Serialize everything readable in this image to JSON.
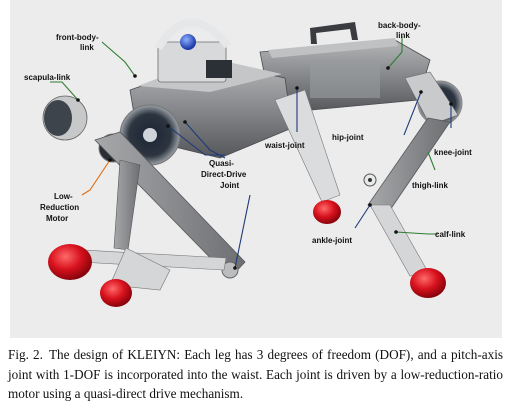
{
  "figure": {
    "labels": {
      "front_body_link_1": "front-body-",
      "front_body_link_2": "link",
      "back_body_link_1": "back-body-",
      "back_body_link_2": "link",
      "scapula_link": "scapula-link",
      "waist_joint": "waist-joint",
      "hip_joint": "hip-joint",
      "knee_joint": "knee-joint",
      "thigh_link": "thigh-link",
      "quasi_1": "Quasi-",
      "quasi_2": "Direct-Drive",
      "quasi_3": "Joint",
      "low_red_1": "Low-",
      "low_red_2": "Reduction",
      "low_red_3": "Motor",
      "ankle_joint": "ankle-joint",
      "calf_link": "calf-link"
    },
    "colors": {
      "background": "#ececec",
      "body_metal": "#8a8c8e",
      "foot_red": "#d8121e",
      "leader_blue": "#1f3a78",
      "leader_green": "#2e7d32",
      "leader_orange": "#e06a10"
    }
  },
  "caption": {
    "figure_number": "Fig. 2.",
    "text": "The design of KLEIYN: Each leg has 3 degrees of freedom (DOF), and a pitch-axis joint with 1-DOF is incorporated into the waist. Each joint is driven by a low-reduction-ratio motor using a quasi-direct drive mechanism."
  }
}
